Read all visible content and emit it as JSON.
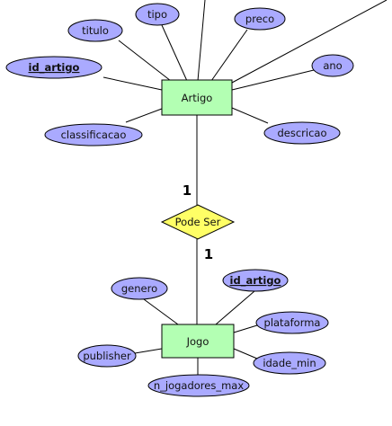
{
  "colors": {
    "attribute_fill": "#aaaaff",
    "entity_fill": "#b3ffb3",
    "relationship_fill": "#ffff66",
    "stroke": "#000000"
  },
  "entities": {
    "artigo": "Artigo",
    "jogo": "Jogo"
  },
  "relationship": {
    "label": "Pode Ser",
    "card_artigo": "1",
    "card_jogo": "1"
  },
  "artigo_attributes": {
    "titulo": "titulo",
    "tipo": "tipo",
    "preco": "preco",
    "id_artigo": "id_artigo",
    "ano": "ano",
    "classificacao": "classificacao",
    "descricao": "descricao"
  },
  "jogo_attributes": {
    "genero": "genero",
    "id_artigo": "id_artigo",
    "plataforma": "plataforma",
    "publisher": "publisher",
    "idade_min": "idade_min",
    "n_jogadores_max": "n_jogadores_max"
  }
}
